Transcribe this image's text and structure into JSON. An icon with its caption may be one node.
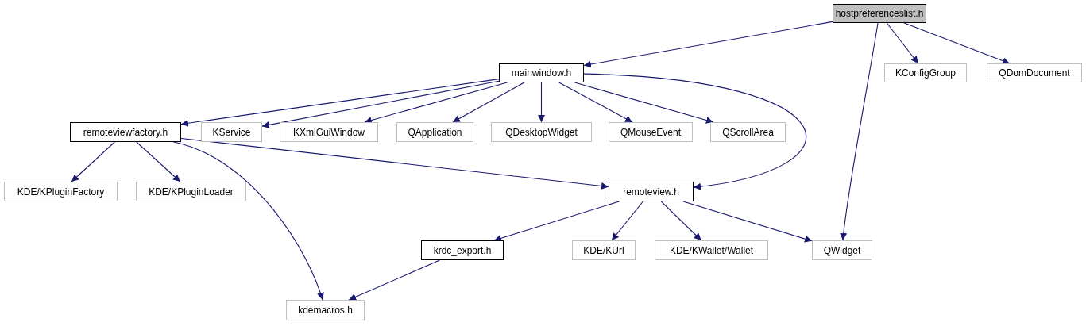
{
  "diagram": {
    "nodes": [
      {
        "text": [
          "hostpreferenceslist.h"
        ]
      },
      {
        "text": [
          "mainwindow.h"
        ]
      },
      {
        "text": [
          "KConfigGroup"
        ]
      },
      {
        "text": [
          "QDomDocument"
        ]
      },
      {
        "text": [
          "remoteviewfactory.h"
        ]
      },
      {
        "text": [
          "KService"
        ]
      },
      {
        "text": [
          "KXmlGuiWindow"
        ]
      },
      {
        "text": [
          "QApplication"
        ]
      },
      {
        "text": [
          "QDesktopWidget"
        ]
      },
      {
        "text": [
          "QMouseEvent"
        ]
      },
      {
        "text": [
          "QScrollArea"
        ]
      },
      {
        "text": [
          "KDE/KPluginFactory"
        ]
      },
      {
        "text": [
          "KDE/KPluginLoader"
        ]
      },
      {
        "text": [
          "remoteview.h"
        ]
      },
      {
        "text": [
          "krdc_export.h"
        ]
      },
      {
        "text": [
          "KDE/KUrl"
        ]
      },
      {
        "text": [
          "KDE/KWallet/Wallet"
        ]
      },
      {
        "text": [
          "QWidget"
        ]
      },
      {
        "text": [
          "kdemacros.h"
        ]
      }
    ],
    "edges": [
      {
        "from": 0,
        "to": 1,
        "arrow": "to"
      },
      {
        "from": 0,
        "to": 17,
        "arrow": "to"
      },
      {
        "from": 0,
        "to": 2,
        "arrow": "to"
      },
      {
        "from": 0,
        "to": 3,
        "arrow": "to"
      },
      {
        "from": 1,
        "to": 4,
        "arrow": "to"
      },
      {
        "from": 1,
        "to": 5,
        "arrow": "to"
      },
      {
        "from": 1,
        "to": 6,
        "arrow": "to"
      },
      {
        "from": 1,
        "to": 7,
        "arrow": "to"
      },
      {
        "from": 1,
        "to": 8,
        "arrow": "to"
      },
      {
        "from": 1,
        "to": 9,
        "arrow": "to"
      },
      {
        "from": 1,
        "to": 10,
        "arrow": "to"
      },
      {
        "from": 1,
        "to": 13,
        "arrow": "to"
      },
      {
        "from": 4,
        "to": 11,
        "arrow": "to"
      },
      {
        "from": 4,
        "to": 12,
        "arrow": "to"
      },
      {
        "from": 4,
        "to": 13,
        "arrow": "to"
      },
      {
        "from": 4,
        "to": 18,
        "arrow": "to"
      },
      {
        "from": 13,
        "to": 14,
        "arrow": "to"
      },
      {
        "from": 13,
        "to": 15,
        "arrow": "to"
      },
      {
        "from": 13,
        "to": 16,
        "arrow": "to"
      },
      {
        "from": 13,
        "to": 17,
        "arrow": "to"
      },
      {
        "from": 14,
        "to": 18,
        "arrow": "to"
      }
    ]
  }
}
